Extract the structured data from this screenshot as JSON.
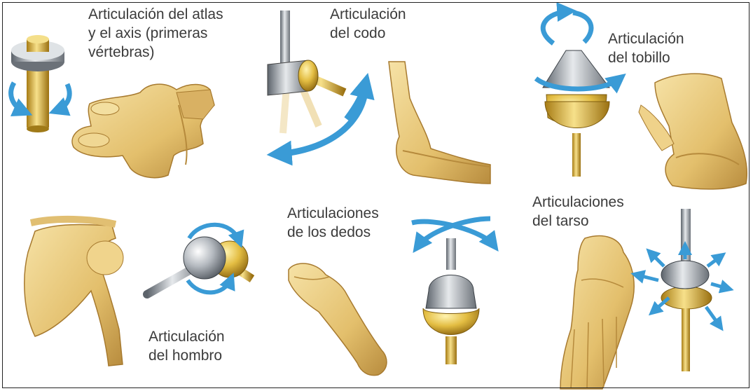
{
  "joints": [
    {
      "id": "atlas-axis",
      "lines": [
        "Articulación del atlas",
        "y el axis (primeras",
        "vértebras)"
      ]
    },
    {
      "id": "codo",
      "lines": [
        "Articulación",
        "del codo"
      ]
    },
    {
      "id": "tobillo",
      "lines": [
        "Articulación",
        "del tobillo"
      ]
    },
    {
      "id": "dedos",
      "lines": [
        "Articulaciones",
        "de los dedos"
      ]
    },
    {
      "id": "tarso",
      "lines": [
        "Articulaciones",
        "del tarso"
      ]
    },
    {
      "id": "hombro",
      "lines": [
        "Articulación",
        "del hombro"
      ]
    }
  ],
  "colors": {
    "bone": "#e9c97a",
    "bone_shadow": "#b8893a",
    "metal": "#9aa1a8",
    "gold": "#d9b23a",
    "arrow": "#3a9bd6"
  }
}
